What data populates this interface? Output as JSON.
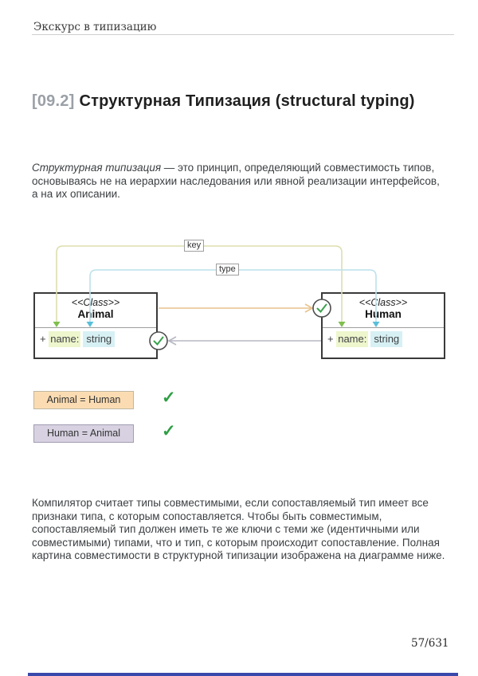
{
  "page": {
    "header": "Экскурс в типизацию",
    "page_number": "57/631"
  },
  "title": {
    "number": "[09.2]",
    "text": "Структурная Типизация (structural typing)"
  },
  "intro": {
    "lead_italic": "Структурная типизация",
    "rest": " — это принцип, определяющий совместимость типов, основываясь не на иерархии наследования или явной реализации интерфейсов, а на их описании."
  },
  "diagram": {
    "labels": {
      "key": "key",
      "type": "type"
    },
    "classes": [
      {
        "stereotype": "<<Class>>",
        "name": "Animal",
        "attribute": {
          "prefix": "+ ",
          "key": "name:",
          "type": "string"
        }
      },
      {
        "stereotype": "<<Class>>",
        "name": "Human",
        "attribute": {
          "prefix": "+ ",
          "key": "name:",
          "type": "string"
        }
      }
    ],
    "colors": {
      "key_line": "#dedeb0",
      "key_arrowhead": "#7fbf4d",
      "type_line": "#bce1ec",
      "type_arrowhead": "#58bfda",
      "animal_to_human_arrow": "#e9c38c",
      "human_to_animal_arrow": "#b6b7c2",
      "check_circle_stroke": "#4d4d4d",
      "check_green": "#3aa24c",
      "key_highlight": "#edf6cc",
      "type_highlight": "#d7f0f3"
    }
  },
  "legend": [
    {
      "label": "Animal = Human",
      "result": "✓"
    },
    {
      "label": "Human = Animal",
      "result": "✓"
    }
  ],
  "body": "Компилятор считает типы совместимыми, если сопоставляемый тип имеет все признаки типа, с которым сопоставляется. Чтобы быть совместимым, сопоставляемый тип должен иметь те же ключи с теми же (идентичными или совместимыми) типами, что и тип, с которым происходит сопоставление. Полная картина совместимости в структурной типизации изображена на диаграмме ниже."
}
